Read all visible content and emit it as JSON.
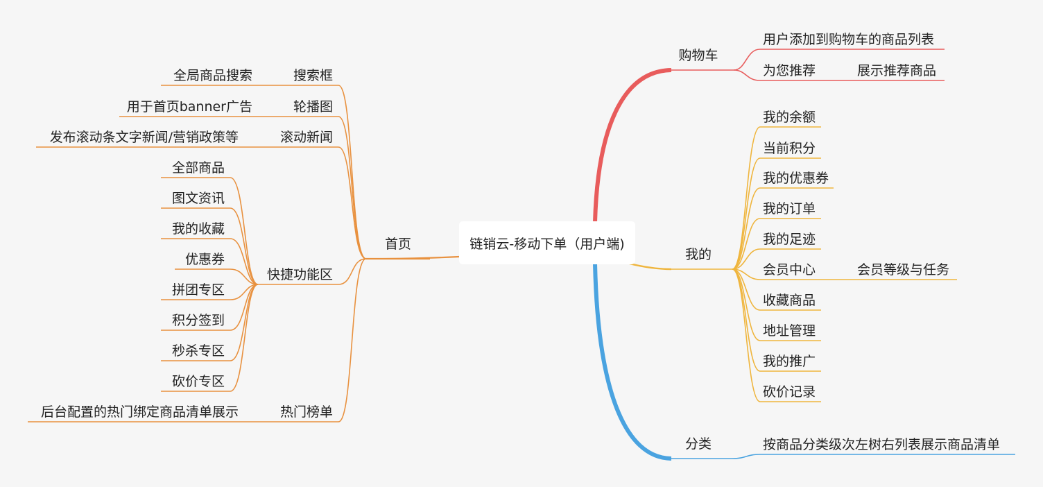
{
  "root": {
    "label": "链销云-移动下单（用户端)"
  },
  "colors": {
    "background": "#f6f6f6",
    "orange": "#e8913f",
    "red": "#e85c5c",
    "yellow": "#efb53d",
    "blue": "#4aa3e0"
  },
  "branches": {
    "shouye": {
      "label": "首页",
      "children": {
        "sousuokuang": {
          "label": "搜索框",
          "note": "全局商品搜索"
        },
        "lunbotu": {
          "label": "轮播图",
          "note": "用于首页banner广告"
        },
        "gundong": {
          "label": "滚动新闻",
          "note": "发布滚动条文字新闻/营销政策等"
        },
        "kuaijie": {
          "label": "快捷功能区",
          "items": [
            "全部商品",
            "图文资讯",
            "我的收藏",
            "优惠券",
            "拼团专区",
            "积分签到",
            "秒杀专区",
            "砍价专区"
          ]
        },
        "remen": {
          "label": "热门榜单",
          "note": "后台配置的热门绑定商品清单展示"
        }
      }
    },
    "gouwuche": {
      "label": "购物车",
      "children": {
        "list": {
          "label": "用户添加到购物车的商品列表"
        },
        "tuijian": {
          "label": "为您推荐",
          "note": "展示推荐商品"
        }
      }
    },
    "wode": {
      "label": "我的",
      "items": [
        "我的余额",
        "当前积分",
        "我的优惠券",
        "我的订单",
        "我的足迹",
        "会员中心",
        "收藏商品",
        "地址管理",
        "我的推广",
        "砍价记录"
      ],
      "member_note": "会员等级与任务"
    },
    "fenlei": {
      "label": "分类",
      "note": "按商品分类级次左树右列表展示商品清单"
    }
  }
}
